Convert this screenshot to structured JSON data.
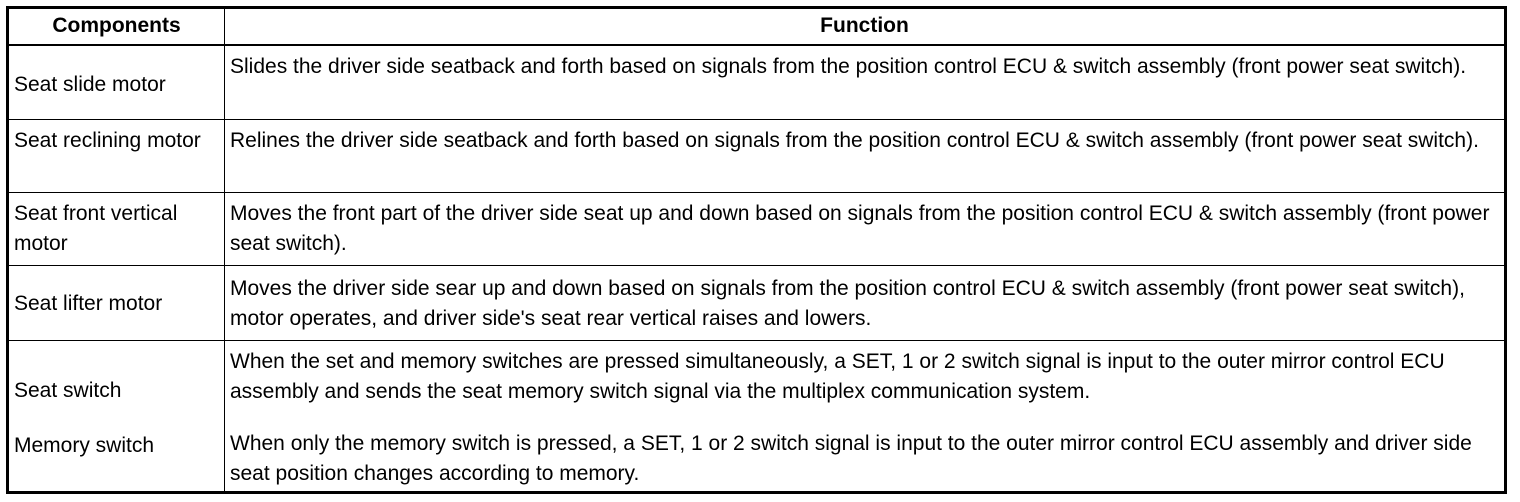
{
  "table": {
    "headers": {
      "components": "Components",
      "function": "Function"
    },
    "rows": [
      {
        "component": "Seat slide motor",
        "function": "Slides the driver side seatback and forth based on signals from the position control ECU & switch assembly (front power seat switch)."
      },
      {
        "component": "Seat reclining motor",
        "function": "Relines the driver side seatback and forth based on signals from the position control ECU & switch assembly (front power seat switch)."
      },
      {
        "component": "Seat front vertical motor",
        "function": "Moves the front part of the driver side seat up and down based on signals from the position control ECU & switch assembly (front power seat switch)."
      },
      {
        "component": "Seat lifter motor",
        "function": "Moves the driver side sear up and down based on signals from the position control ECU & switch assembly (front power seat switch), motor operates, and driver side's seat rear vertical raises and lowers."
      }
    ],
    "last_row": {
      "components": [
        "Seat switch",
        "Memory switch"
      ],
      "functions": [
        "When the set and memory switches are pressed simultaneously, a SET, 1 or 2 switch signal is input to the outer mirror control ECU assembly and sends the seat memory switch signal via the multiplex communication system.",
        "When only the memory switch is pressed, a SET, 1 or 2 switch signal is input to the outer mirror control ECU assembly and driver side seat position changes according to memory."
      ]
    }
  }
}
